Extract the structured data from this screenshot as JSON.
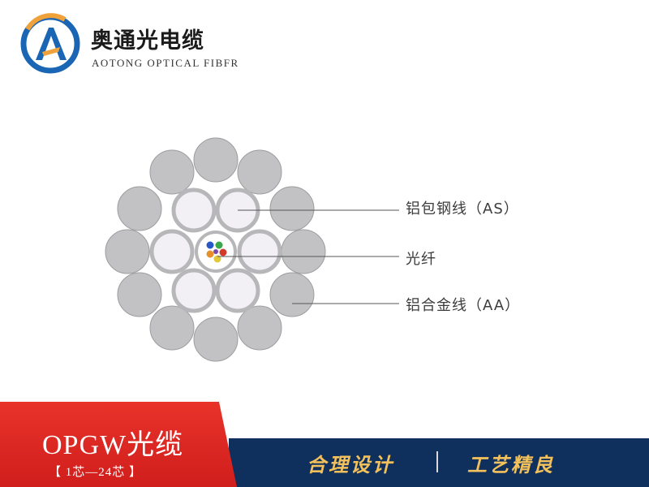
{
  "brand": {
    "name_cn": "奥通光电缆",
    "name_en": "AOTONG OPTICAL FIBFR",
    "logo_icon": "aotong-a-logo-icon",
    "colors": {
      "logo_blue": "#1b66b4",
      "logo_orange": "#f0a23a"
    }
  },
  "diagram": {
    "callouts": {
      "aluminum_clad_steel": "铝包钢线（AS）",
      "optical_fiber": "光纤",
      "aluminum_alloy": "铝合金线（AA）"
    },
    "fiber_colors": [
      "#2a57c8",
      "#3aa84a",
      "#d23a2a",
      "#e5902a",
      "#e2c93a",
      "#7a4aa8"
    ]
  },
  "banner": {
    "product_title": "OPGW光缆",
    "product_subtitle": "【 1芯—24芯 】",
    "slogan_1": "合理设计",
    "slogan_2": "工艺精良",
    "colors": {
      "red": "#d8261f",
      "navy": "#0f2f5d",
      "slogan": "#f2c15b"
    }
  }
}
